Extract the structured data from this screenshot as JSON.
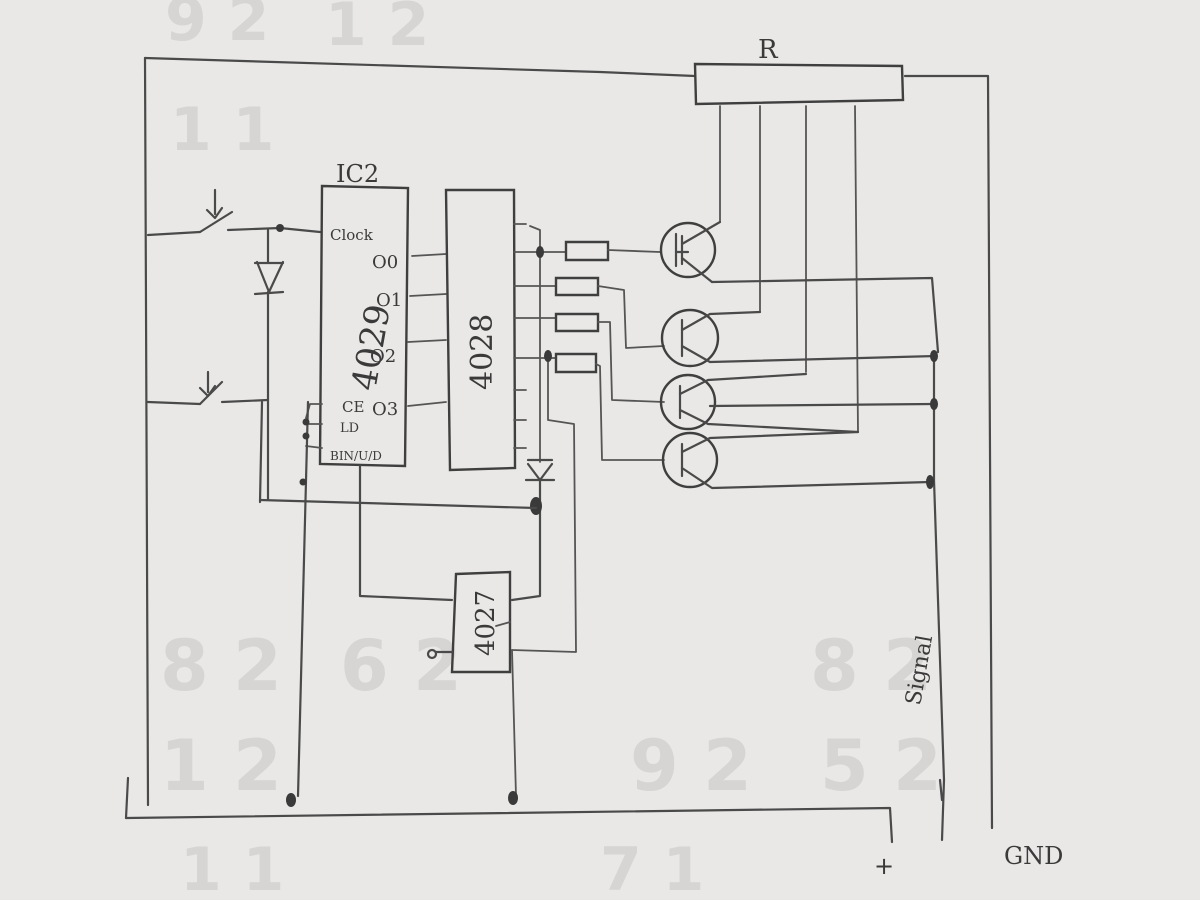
{
  "labels": {
    "resistor_array": "R",
    "ic2": "IC2",
    "counter_chip": "4029",
    "decoder_chip": "4028",
    "flipflop_chip": "4027",
    "pin_clock": "Clock",
    "pin_q0": "O0",
    "pin_q1": "O1",
    "pin_q2": "O2",
    "pin_q3": "O3",
    "pin_ce": "CE",
    "pin_ld": "LD",
    "pin_bin": "BIN/U/D",
    "signal": "Signal",
    "gnd": "GND",
    "plus": "+"
  },
  "colors": {
    "paper": "#e9e8e6",
    "ink": "#3f3f3f",
    "bleed_through": "#d4d3d1"
  }
}
